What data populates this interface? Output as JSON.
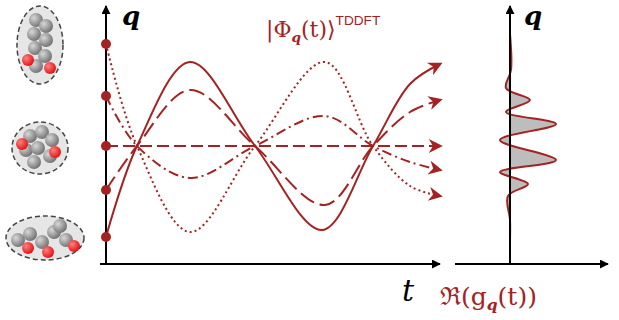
{
  "diagram": {
    "labels": [
      "q",
      "t",
      "|Φ",
      "q",
      "(t)⟩",
      "TDDFT",
      "q",
      "ℜ",
      "(g",
      "q",
      "(t))"
    ]
  }
}
